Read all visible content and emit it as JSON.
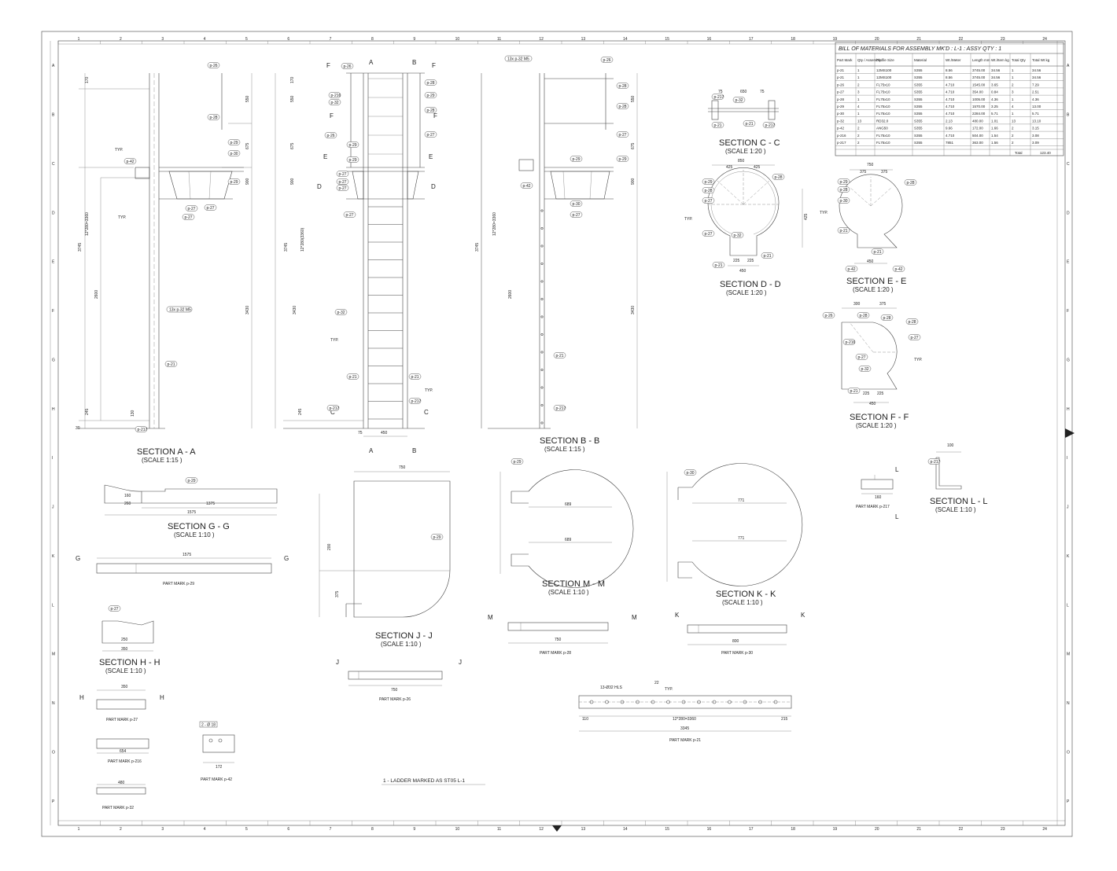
{
  "bom": {
    "title": "BILL OF MATERIALS FOR ASSEMBLY MK'D : L-1 : ASSY QTY : 1",
    "headers": [
      "Part Mark",
      "Qty / Assembly",
      "Profile Size",
      "Material",
      "Wt./Meter",
      "Length mm",
      "Wt./Item kg",
      "Total Qty",
      "Total Wt kg"
    ],
    "rows": [
      [
        "p-21",
        "1",
        "12MS100",
        "S355",
        "8.56",
        "3745.00",
        "34.56",
        "1",
        "34.56"
      ],
      [
        "p-21",
        "1",
        "12MS100",
        "S355",
        "8.56",
        "3745.00",
        "34.56",
        "1",
        "34.56"
      ],
      [
        "p-26",
        "2",
        "FL75x10",
        "S355",
        "4.710",
        "1545.00",
        "3.65",
        "2",
        "7.29"
      ],
      [
        "p-27",
        "3",
        "FL75x10",
        "S355",
        "4.710",
        "354.00",
        "0.84",
        "3",
        "2.51"
      ],
      [
        "p-28",
        "1",
        "FL75x10",
        "S355",
        "4.710",
        "1005.00",
        "4.36",
        "1",
        "4.36"
      ],
      [
        "p-29",
        "4",
        "FL75x10",
        "S355",
        "4.710",
        "1570.00",
        "3.25",
        "4",
        "13.00"
      ],
      [
        "p-30",
        "1",
        "FL75x10",
        "S355",
        "4.710",
        "2284.00",
        "5.71",
        "1",
        "5.71"
      ],
      [
        "p-32",
        "13",
        "RD32.0",
        "S355",
        "2.13",
        "480.00",
        "1.01",
        "13",
        "13.10"
      ],
      [
        "p-42",
        "2",
        "ANG50",
        "S355",
        "9.66",
        "172.00",
        "1.66",
        "2",
        "3.15"
      ],
      [
        "p-216",
        "2",
        "FL75x10",
        "S355",
        "4.710",
        "504.00",
        "1.54",
        "2",
        "3.08"
      ],
      [
        "p-217",
        "2",
        "FL75x10",
        "S355",
        "7851",
        "363.00",
        "1.56",
        "2",
        "3.09"
      ]
    ],
    "total_label": "Total",
    "total_value": "123.40"
  },
  "sections": {
    "aa": {
      "title": "SECTION A - A",
      "scale": "(SCALE 1:15 )"
    },
    "bb": {
      "title": "SECTION B - B",
      "scale": "(SCALE 1:15 )"
    },
    "cc": {
      "title": "SECTION C - C",
      "scale": "(SCALE 1:20 )"
    },
    "dd": {
      "title": "SECTION D - D",
      "scale": "(SCALE 1:20 )"
    },
    "ee": {
      "title": "SECTION E - E",
      "scale": "(SCALE 1:20 )"
    },
    "ff": {
      "title": "SECTION F - F",
      "scale": "(SCALE 1:20 )"
    },
    "gg": {
      "title": "SECTION G - G",
      "scale": "(SCALE 1:10 )"
    },
    "hh": {
      "title": "SECTION H - H",
      "scale": "(SCALE 1:10 )"
    },
    "jj": {
      "title": "SECTION J - J",
      "scale": "(SCALE 1:10 )"
    },
    "mm": {
      "title": "SECTION M - M",
      "scale": "(SCALE 1:10 )"
    },
    "kk": {
      "title": "SECTION K - K",
      "scale": "(SCALE 1:10 )"
    },
    "ll": {
      "title": "SECTION L - L",
      "scale": "(SCALE 1:10 )"
    }
  },
  "part_marks": {
    "p29": "PART MARK p-29",
    "p27": "PART MARK p-27",
    "p216": "PART MARK p-216",
    "p32": "PART MARK p-32",
    "p42": "PART MARK p-42",
    "p26": "PART MARK p-26",
    "p28": "PART MARK p-28",
    "p30": "PART MARK p-30",
    "p21": "PART MARK p-21",
    "p217": "PART MARK p-217"
  },
  "note": "1 - LADDER MARKED AS ST05 L-1",
  "labels": {
    "typ": "TYP.",
    "holes": "13x p-32 M5",
    "holes2": "13-Ø32 HLS",
    "plate": "2 - Ø 18"
  },
  "tags": [
    "p-26",
    "p-28",
    "p-29",
    "p-30",
    "p-27",
    "p-42",
    "p-21",
    "p-217",
    "p-216",
    "p-32"
  ],
  "dims": {
    "d170": "170",
    "d550": "550",
    "d675": "675",
    "d900": "900",
    "d3745": "3745",
    "d3430": "3430",
    "d2600": "2600",
    "d245": "245",
    "d130": "130",
    "d30": "30",
    "d450": "450",
    "d75": "75",
    "d750": "750",
    "d425": "425",
    "d375": "375",
    "d1575": "1575",
    "d1375": "1375",
    "d650": "650",
    "d689": "689",
    "d771": "771",
    "d800": "800",
    "d350": "350",
    "d250": "250",
    "d480": "480",
    "d654": "654",
    "d172": "172",
    "d260": "260",
    "d160": "160",
    "d100": "100",
    "d225": "225",
    "d300": "300",
    "d200": "200",
    "d3345": "3345",
    "d110": "110",
    "d215": "215",
    "d22": "22",
    "d12x280": "12*280=3360",
    "d12x280b": "12*280(3360)"
  },
  "cut_letters": {
    "a": "A",
    "b": "B",
    "c": "C",
    "d": "D",
    "e": "E",
    "f": "F",
    "g": "G",
    "h": "H",
    "j": "J",
    "k": "K",
    "l": "L",
    "m": "M"
  },
  "grid": {
    "cols": [
      "1",
      "2",
      "3",
      "4",
      "5",
      "6",
      "7",
      "8",
      "9",
      "10",
      "11",
      "12",
      "13",
      "14",
      "15",
      "16",
      "17",
      "18",
      "19",
      "20",
      "21",
      "22",
      "23",
      "24"
    ],
    "rows": [
      "A",
      "B",
      "C",
      "D",
      "E",
      "F",
      "G",
      "H",
      "I",
      "J",
      "K",
      "L",
      "M",
      "N",
      "O",
      "P"
    ]
  }
}
